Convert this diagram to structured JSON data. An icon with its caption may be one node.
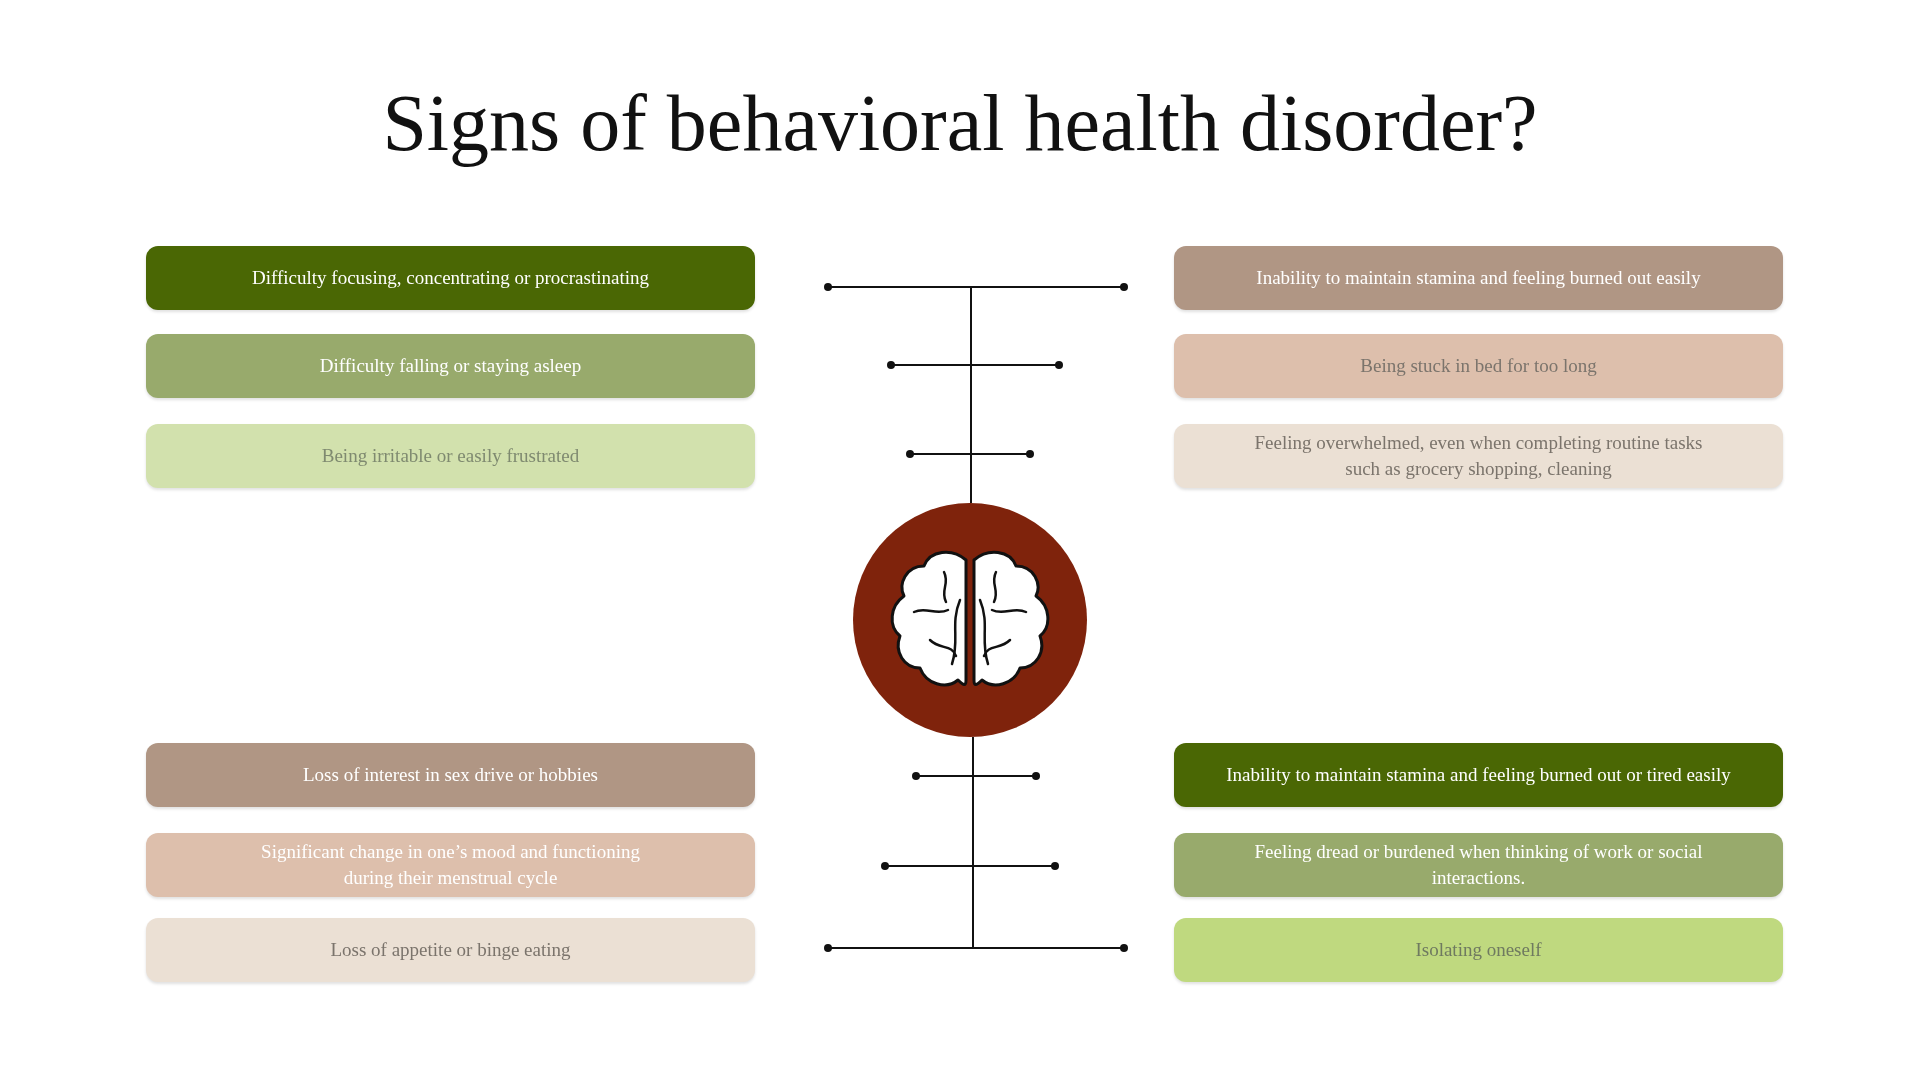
{
  "diagram": {
    "title": "Signs of behavioral health disorder?",
    "nodes": [
      {
        "text": [
          "Difficulty focusing, concentrating or procrastinating"
        ]
      },
      {
        "text": [
          "Inability to maintain stamina and feeling burned out easily"
        ]
      },
      {
        "text": [
          "Difficulty falling or staying asleep"
        ]
      },
      {
        "text": [
          "Being stuck in bed for too long"
        ]
      },
      {
        "text": [
          "Being irritable or easily frustrated"
        ]
      },
      {
        "text": [
          "Feeling overwhelmed, even when completing routine tasks such as grocery shopping, cleaning"
        ]
      },
      {
        "text": [
          "Loss of interest in sex drive or hobbies"
        ]
      },
      {
        "text": [
          "Inability to maintain stamina and feeling burned out or tired easily"
        ]
      },
      {
        "text": [
          "Significant change in one’s mood and functioning during their menstrual cycle"
        ]
      },
      {
        "text": [
          "Feeling dread or burdened when thinking of work or social interactions."
        ]
      },
      {
        "text": [
          "Loss of appetite or binge eating"
        ]
      },
      {
        "text": [
          "Isolating oneself"
        ]
      }
    ]
  }
}
